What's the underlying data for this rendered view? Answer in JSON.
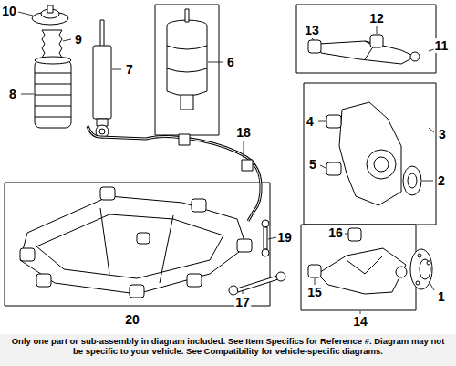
{
  "diagram": {
    "caption": "Only one part or sub-assembly in diagram included. See Item Specifics for Reference #. Diagram may not be specific to your vehicle. See Compatibility for vehicle-specific diagrams.",
    "labels": [
      "10",
      "9",
      "7",
      "8",
      "6",
      "13",
      "12",
      "11",
      "4",
      "3",
      "18",
      "5",
      "2",
      "19",
      "16",
      "1",
      "17",
      "15",
      "14",
      "20"
    ]
  }
}
